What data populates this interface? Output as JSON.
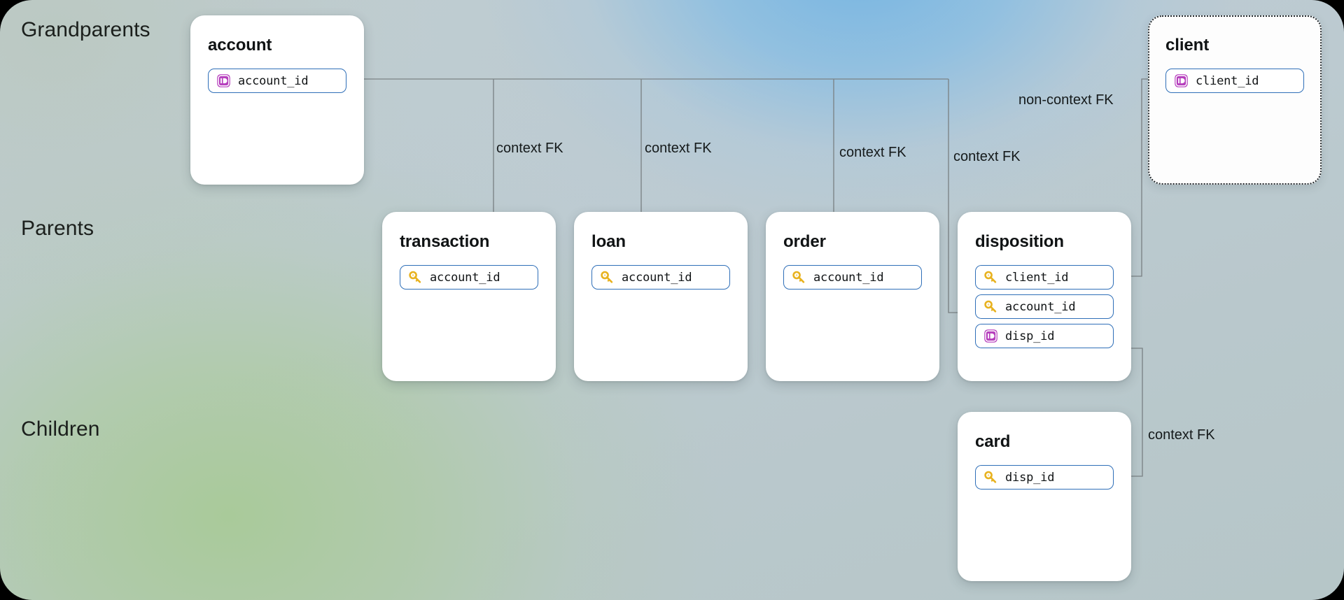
{
  "diagram": {
    "type": "entity-relationship-context-diagram",
    "row_labels": [
      {
        "name": "grandparents",
        "text": "Grandparents"
      },
      {
        "name": "parents",
        "text": "Parents"
      },
      {
        "name": "children",
        "text": "Children"
      }
    ],
    "entities": [
      {
        "id": "account",
        "title": "account",
        "tier": "grandparents",
        "style": "solid",
        "fields": [
          {
            "name": "account_id",
            "icon": "id-badge-icon",
            "key": "primary"
          }
        ]
      },
      {
        "id": "client",
        "title": "client",
        "tier": "grandparents",
        "style": "dashed",
        "fields": [
          {
            "name": "client_id",
            "icon": "id-badge-icon",
            "key": "primary"
          }
        ]
      },
      {
        "id": "transaction",
        "title": "transaction",
        "tier": "parents",
        "style": "solid",
        "fields": [
          {
            "name": "account_id",
            "icon": "key-icon",
            "key": "foreign"
          }
        ]
      },
      {
        "id": "loan",
        "title": "loan",
        "tier": "parents",
        "style": "solid",
        "fields": [
          {
            "name": "account_id",
            "icon": "key-icon",
            "key": "foreign"
          }
        ]
      },
      {
        "id": "order",
        "title": "order",
        "tier": "parents",
        "style": "solid",
        "fields": [
          {
            "name": "account_id",
            "icon": "key-icon",
            "key": "foreign"
          }
        ]
      },
      {
        "id": "disposition",
        "title": "disposition",
        "tier": "parents",
        "style": "solid",
        "fields": [
          {
            "name": "client_id",
            "icon": "key-icon",
            "key": "foreign"
          },
          {
            "name": "account_id",
            "icon": "key-icon",
            "key": "foreign"
          },
          {
            "name": "disp_id",
            "icon": "id-badge-icon",
            "key": "primary"
          }
        ]
      },
      {
        "id": "card",
        "title": "card",
        "tier": "children",
        "style": "solid",
        "fields": [
          {
            "name": "disp_id",
            "icon": "key-icon",
            "key": "foreign"
          }
        ]
      }
    ],
    "edge_labels": [
      {
        "id": "fk-transaction",
        "text": "context FK"
      },
      {
        "id": "fk-loan",
        "text": "context FK"
      },
      {
        "id": "fk-order",
        "text": "context FK"
      },
      {
        "id": "fk-disposition",
        "text": "context FK"
      },
      {
        "id": "fk-client",
        "text": "non-context FK"
      },
      {
        "id": "fk-card",
        "text": "context FK"
      }
    ],
    "relationships": [
      {
        "from": "transaction.account_id",
        "to": "account.account_id",
        "kind": "context FK"
      },
      {
        "from": "loan.account_id",
        "to": "account.account_id",
        "kind": "context FK"
      },
      {
        "from": "order.account_id",
        "to": "account.account_id",
        "kind": "context FK"
      },
      {
        "from": "disposition.account_id",
        "to": "account.account_id",
        "kind": "context FK"
      },
      {
        "from": "disposition.client_id",
        "to": "client.client_id",
        "kind": "non-context FK"
      },
      {
        "from": "card.disp_id",
        "to": "disposition.disp_id",
        "kind": "context FK"
      }
    ],
    "colors": {
      "pill_border": "#2f6fb8",
      "primary_key_badge": "#b63fbd",
      "foreign_key": "#e8b21f",
      "connector": "#7b8285",
      "card_background": "#ffffff",
      "text": "#101314"
    }
  }
}
